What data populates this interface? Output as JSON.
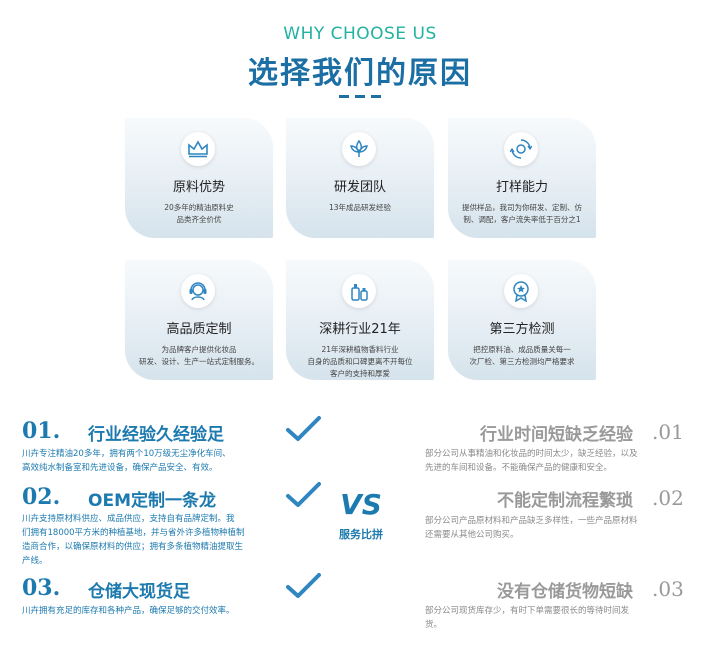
{
  "heading": {
    "en": "WHY CHOOSE US",
    "cn": "选择我们的原因"
  },
  "cards": [
    {
      "icon": "crown-icon",
      "title": "原料优势",
      "desc": "20多年的精油原料史\n品类齐全价优"
    },
    {
      "icon": "lotus-icon",
      "title": "研发团队",
      "desc": "13年成品研发经验"
    },
    {
      "icon": "gear-cycle-icon",
      "title": "打样能力",
      "desc": "提供样品，我司为你研发、定制、仿\n制、调配，客户流失率低于百分之1"
    },
    {
      "icon": "service-person-icon",
      "title": "高品质定制",
      "desc": "为品牌客户提供化妆品\n研发、设计、生产一站式定制服务。"
    },
    {
      "icon": "bottles-icon",
      "title": "深耕行业21年",
      "desc": "21年深耕植物香料行业\n自身的品质和口碑更离不开每位\n客户的支持和厚爱"
    },
    {
      "icon": "award-star-icon",
      "title": "第三方检测",
      "desc": "把控原料油、成品质量关每一\n次厂检、第三方检测均严格要求"
    }
  ],
  "left_items": [
    {
      "num": "01.",
      "title": "行业经验久经验足",
      "desc": "川卉专注精油20多年，拥有两个10万级无尘净化车间、\n高效纯水制备室和先进设备，确保产品安全、有效。"
    },
    {
      "num": "02.",
      "title": "OEM定制一条龙",
      "desc": "川卉支持原材料供应、成品供应，支持自有品牌定制。我\n们拥有18000平方米的种植基地，并与省外许多植物种植制\n造商合作，以确保原材料的供应；拥有多条植物精油提取生\n产线。"
    },
    {
      "num": "03.",
      "title": "仓储大现货足",
      "desc": "川卉拥有充足的库存和各种产品，确保足够的交付效率。"
    }
  ],
  "right_items": [
    {
      "num": ".01",
      "title": "行业时间短缺乏经验",
      "desc": "部分公司从事精油和化妆品的时间太少，缺乏经验，以及\n先进的车间和设备。不能确保产品的健康和安全。"
    },
    {
      "num": ".02",
      "title": "不能定制流程繁琐",
      "desc": "部分公司产品原材料和产品缺乏多样性，一些产品原材料\n还需要从其他公司购买。"
    },
    {
      "num": ".03",
      "title": "没有仓储货物短缺",
      "desc": "部分公司现货库存少，有时下单需要很长的等待时间发\n货。"
    }
  ],
  "vs": {
    "text": "VS",
    "label": "服务比拼"
  },
  "colors": {
    "primary": "#1d7aaf",
    "teal": "#21b3a0",
    "gray": "#9a9a9a",
    "check": "#2f86c0"
  }
}
